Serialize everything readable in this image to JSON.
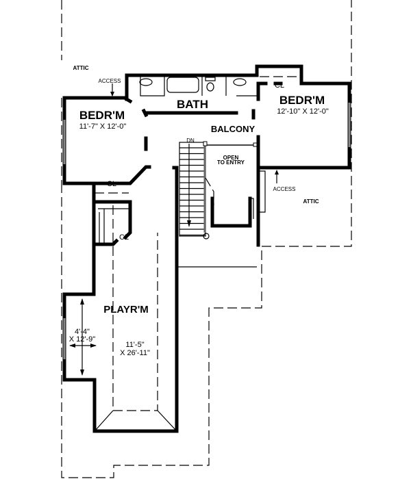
{
  "plan": {
    "attic_left": "ATTIC",
    "attic_right": "ATTIC",
    "access_left": "ACCESS",
    "access_right": "ACCESS",
    "bath": "BATH",
    "balcony": "BALCONY",
    "bedroom_left": {
      "name": "BEDR'M",
      "size": "11'-7\" X 12'-0\""
    },
    "bedroom_right": {
      "name": "BEDR'M",
      "size": "12'-10\" X 12'-0\""
    },
    "closet_right": "CL",
    "closet_left": "CL",
    "closet_hall": "CL",
    "stairs_down": "DN",
    "open_to_entry": [
      "OPEN",
      "TO ENTRY"
    ],
    "playroom": {
      "name": "PLAYR'M",
      "size_line1": "11'-5\"",
      "size_line2": "X 26'-11\"",
      "alcove_line1": "4'-4\"",
      "alcove_line2": "X 12'-9\""
    }
  }
}
